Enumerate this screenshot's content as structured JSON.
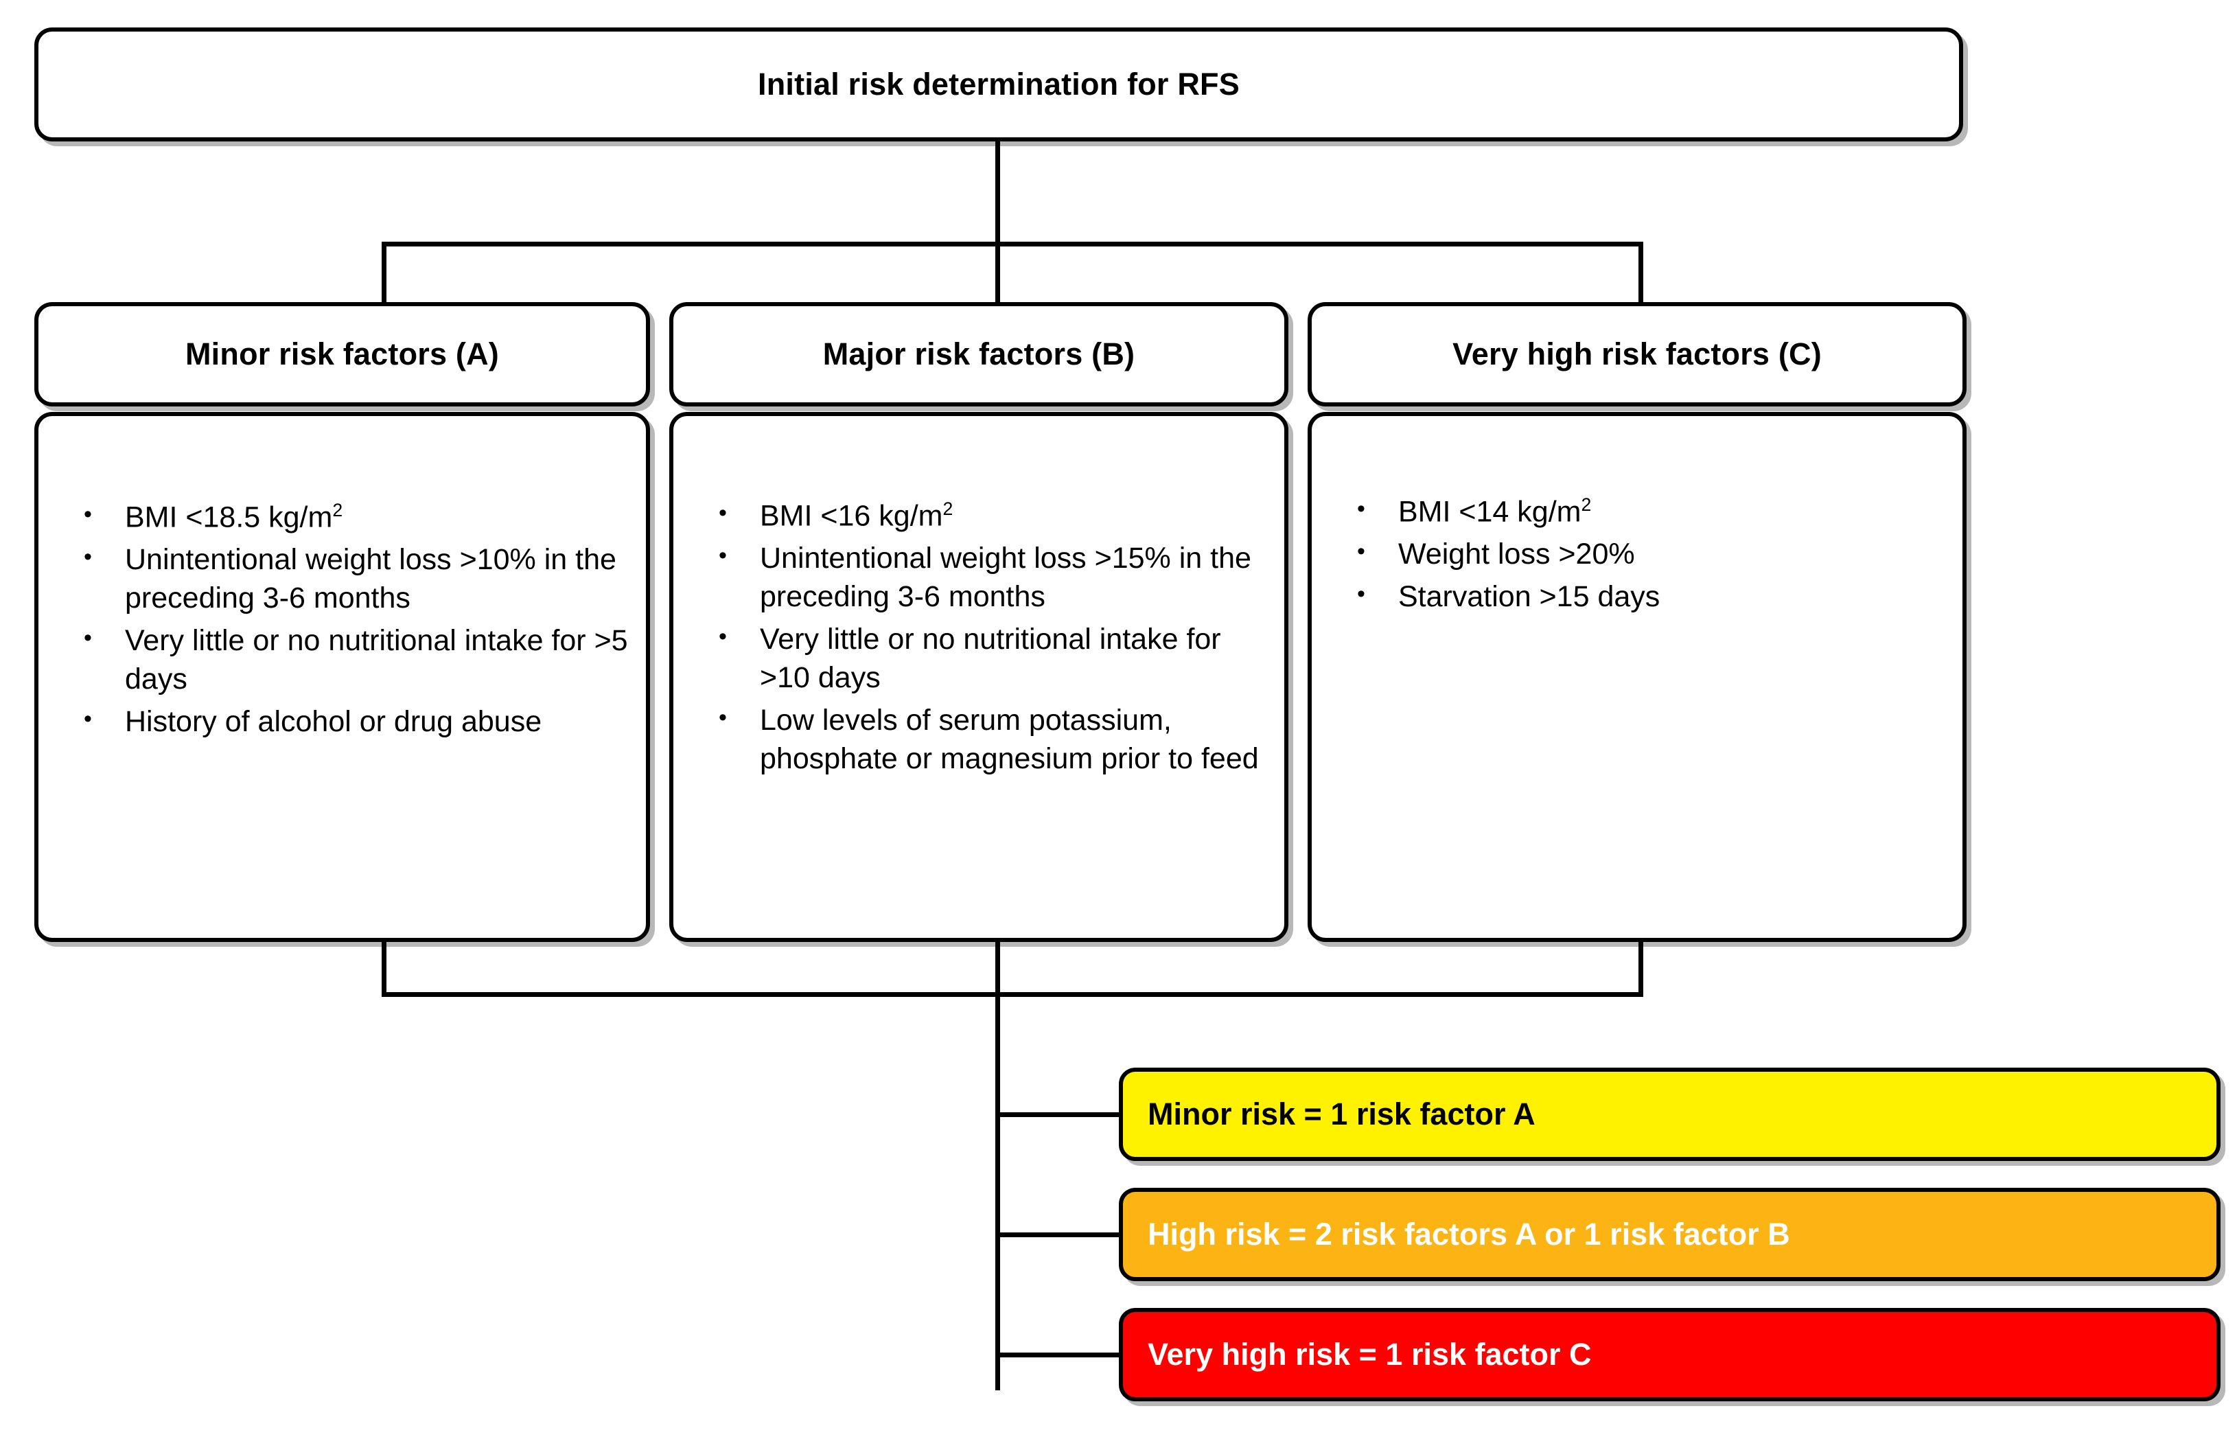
{
  "diagram": {
    "root": {
      "title": "Initial risk determination for RFS"
    },
    "columns": [
      {
        "id": "A",
        "header": "Minor risk factors (A)",
        "bullets": [
          "BMI <18.5 kg/m²",
          "Unintentional weight loss >10% in the preceding 3-6 months",
          "Very little or no nutritional intake for >5 days",
          "History of alcohol or drug abuse"
        ]
      },
      {
        "id": "B",
        "header": "Major risk factors (B)",
        "bullets": [
          "BMI <16 kg/m²",
          "Unintentional weight loss >15% in the preceding 3-6 months",
          "Very little or no nutritional intake for >10 days",
          "Low levels of serum potassium, phosphate or magnesium prior to feed"
        ]
      },
      {
        "id": "C",
        "header": "Very high risk factors (C)",
        "bullets": [
          "BMI <14 kg/m²",
          "Weight loss >20%",
          "Starvation >15 days"
        ]
      }
    ],
    "results": [
      {
        "id": "minor",
        "label": "Minor risk = 1 risk factor A",
        "fill": "#FFF200",
        "text_color": "#000000"
      },
      {
        "id": "high",
        "label": "High risk = 2 risk factors A or 1 risk factor B",
        "fill": "#FBB413",
        "text_color": "#FFFFFF"
      },
      {
        "id": "very-high",
        "label": "Very high risk = 1 risk factor C",
        "fill": "#FF0000",
        "text_color": "#FFFFFF"
      }
    ],
    "colors": {
      "line": "#000000",
      "box_border": "#000000",
      "box_fill": "#FFFFFF",
      "minor_risk": "#FFF200",
      "high_risk": "#FBB413",
      "very_high_risk": "#FF0000"
    }
  }
}
